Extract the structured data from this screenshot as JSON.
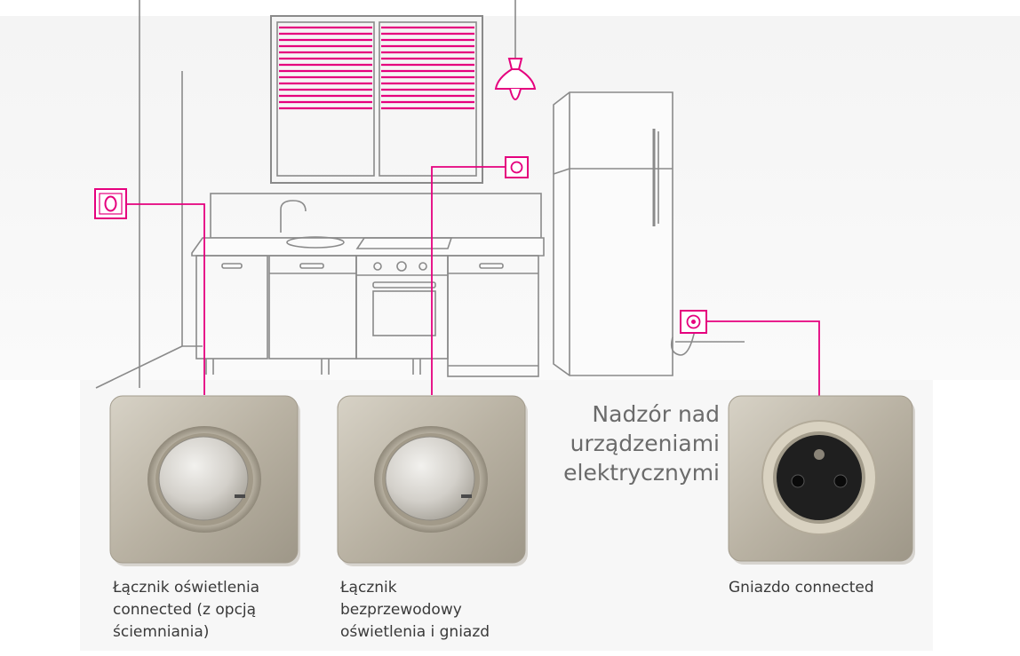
{
  "headline": [
    "Nadzór nad",
    "urządzeniami",
    "elektrycznymi"
  ],
  "devices": [
    {
      "label": [
        "Łącznik oświetlenia",
        "connected (z opcją",
        "ściemniania)"
      ],
      "icon": "light-switch-icon"
    },
    {
      "label": [
        "Łącznik",
        "bezprzewodowy",
        "oświetlenia i gniazd"
      ],
      "icon": "wireless-switch-icon"
    },
    {
      "label": [
        "Gniazdo connected"
      ],
      "icon": "power-socket-icon"
    }
  ],
  "colors": {
    "accent": "#e5007e",
    "line": "#8a8a8a",
    "text": "#3a3a3a",
    "plate": "#bdb6a8"
  }
}
